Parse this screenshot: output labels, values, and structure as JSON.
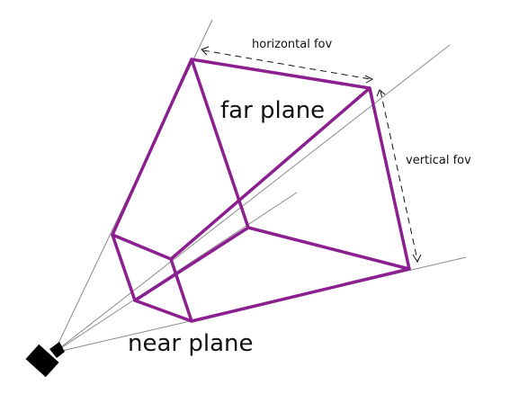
{
  "labels": {
    "far_plane": "far plane",
    "near_plane": "near plane",
    "horizontal_fov": "horizontal fov",
    "vertical_fov": "vertical fov"
  },
  "colors": {
    "frustum": "#8b1f8f",
    "rays": "#8a8a8a",
    "text": "#111111",
    "camera": "#000000"
  },
  "icons": {
    "camera": "video-camera-icon"
  }
}
